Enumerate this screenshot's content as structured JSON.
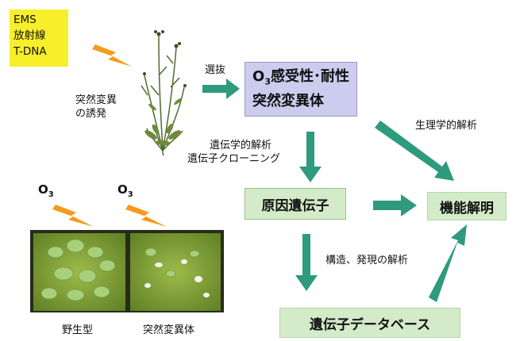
{
  "mutagens": {
    "line1": "EMS",
    "line2": "放射線",
    "line3": "T-DNA"
  },
  "mutagenesis": {
    "line1": "突然変異",
    "line2": "の誘発"
  },
  "selection": "選抜",
  "mutant": {
    "line1_prefix": "O",
    "line1_sub": "3",
    "line1_suffix": "感受性･耐性",
    "line2": "突然変異体"
  },
  "genetic_analysis": {
    "line1": "遺伝学的解析",
    "line2": "遺伝子クローニング"
  },
  "physiological_analysis": "生理学的解析",
  "causal_gene": "原因遺伝子",
  "function_elucidation": "機能解明",
  "structure_expression": "構造、発現の解析",
  "gene_database": "遺伝子データベース",
  "ozone_labels": [
    {
      "prefix": "O",
      "sub": "3"
    },
    {
      "prefix": "O",
      "sub": "3"
    }
  ],
  "photo_captions": {
    "wild_type": "野生型",
    "mutant": "突然変異体"
  },
  "colors": {
    "arrow": "#2e9a7e",
    "lightning": "#f59a1c",
    "mutagen_box": "#f7ef2a",
    "mutant_box": "#ccccee",
    "green_box": "#d4ebc9"
  }
}
